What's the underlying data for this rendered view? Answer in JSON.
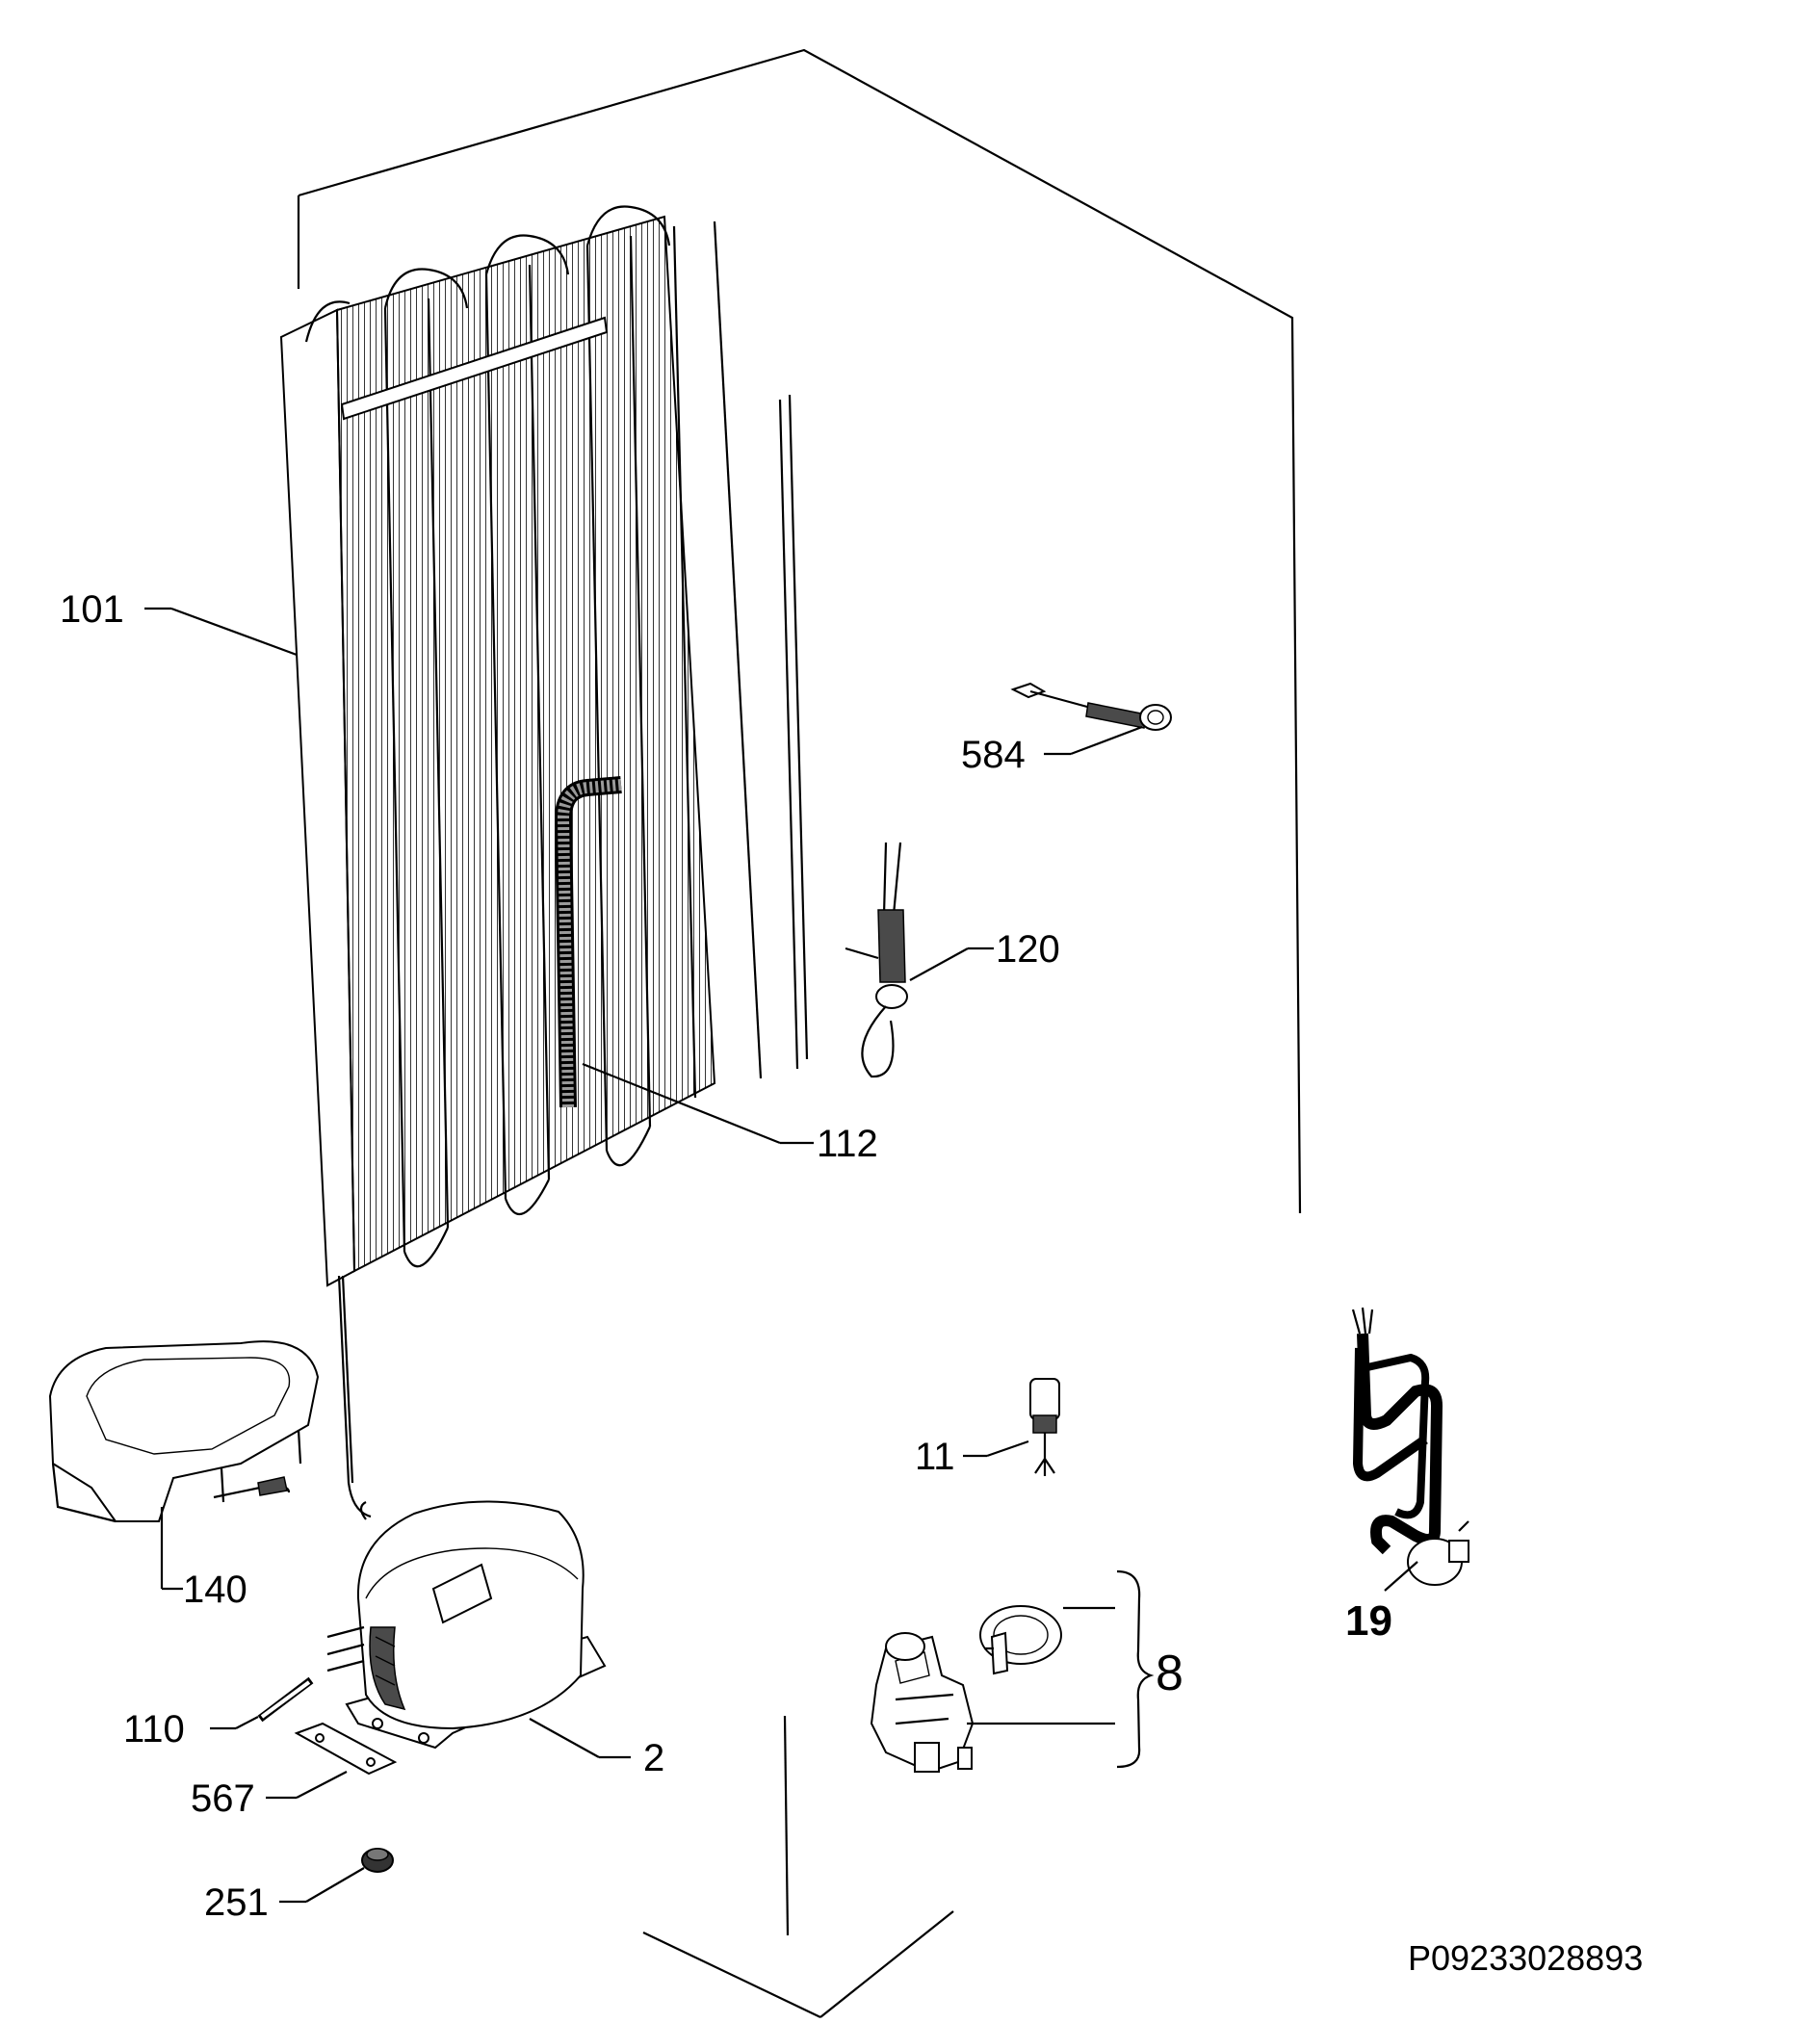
{
  "diagram": {
    "document_code": "P09233028893",
    "callouts": {
      "c101": "101",
      "c584": "584",
      "c120": "120",
      "c112": "112",
      "c11": "11",
      "c19": "19",
      "c140": "140",
      "c8": "8",
      "c110": "110",
      "c2": "2",
      "c567": "567",
      "c251": "251"
    }
  }
}
